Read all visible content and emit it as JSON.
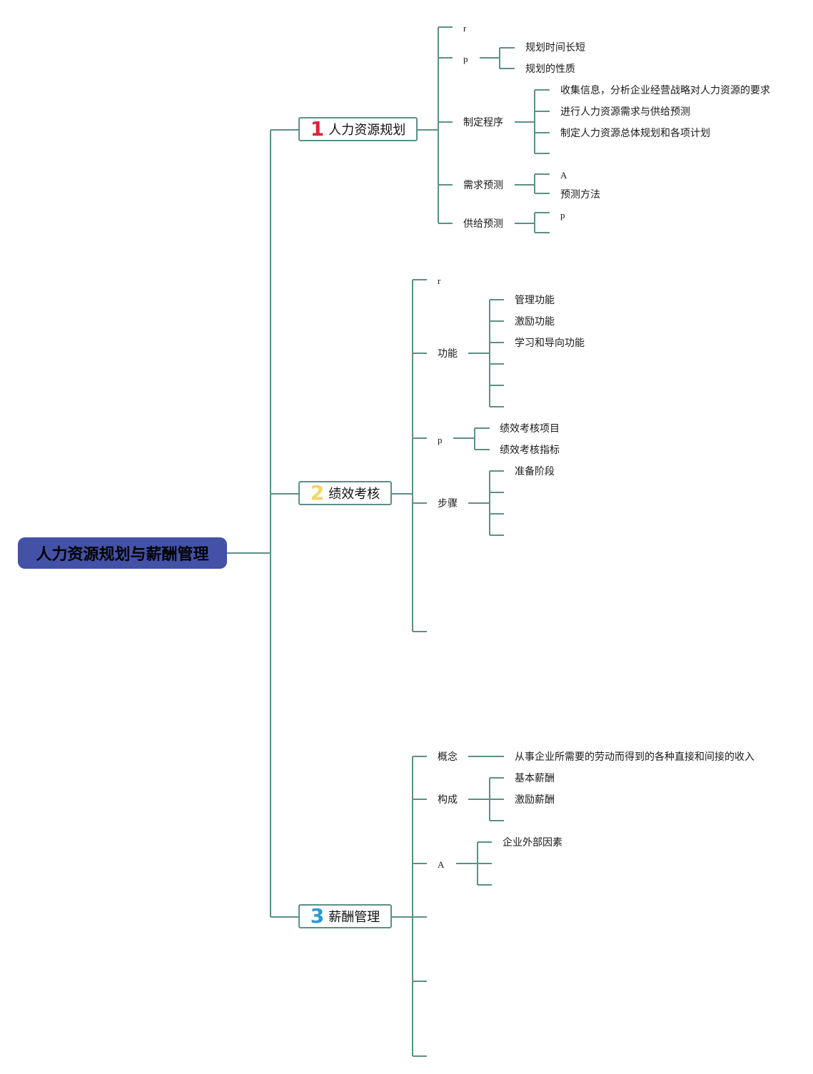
{
  "colors": {
    "line": "#5c9086",
    "root_bg": "#4352a6",
    "num1": "#e0233a",
    "num2": "#f1d661",
    "num3": "#2b9ad6"
  },
  "root": {
    "title": "人力资源规划与薪酬管理"
  },
  "branches": [
    {
      "num": "1",
      "title": "人力资源规划",
      "children": [
        {
          "label": "r",
          "children": []
        },
        {
          "label": "p",
          "children": [
            "规划时间长短",
            "规划的性质"
          ]
        },
        {
          "label": "制定程序",
          "children": [
            "收集信息，分析企业经营战略对人力资源的要求",
            "进行人力资源需求与供给预测",
            "制定人力资源总体规划和各项计划",
            ""
          ]
        },
        {
          "label": "需求预测",
          "children": [
            "A",
            "预测方法"
          ]
        },
        {
          "label": "供给预测",
          "children": [
            "p",
            ""
          ]
        }
      ]
    },
    {
      "num": "2",
      "title": "绩效考核",
      "children": [
        {
          "label": "r",
          "children": []
        },
        {
          "label": "功能",
          "children": [
            "管理功能",
            "激励功能",
            "学习和导向功能",
            "",
            "",
            ""
          ]
        },
        {
          "label": "p",
          "children": [
            "绩效考核项目",
            "绩效考核指标"
          ]
        },
        {
          "label": "步骤",
          "children": [
            "准备阶段",
            "",
            "",
            ""
          ]
        },
        {
          "label": "",
          "children": []
        }
      ]
    },
    {
      "num": "3",
      "title": "薪酬管理",
      "children": [
        {
          "label": "概念",
          "children": [
            "从事企业所需要的劳动而得到的各种直接和间接的收入"
          ]
        },
        {
          "label": "构成",
          "children": [
            "基本薪酬",
            "激励薪酬",
            ""
          ]
        },
        {
          "label": "A",
          "children": [
            "企业外部因素",
            "",
            ""
          ]
        },
        {
          "label": "",
          "children": []
        },
        {
          "label": "",
          "children": []
        },
        {
          "label": "",
          "children": []
        }
      ]
    }
  ]
}
